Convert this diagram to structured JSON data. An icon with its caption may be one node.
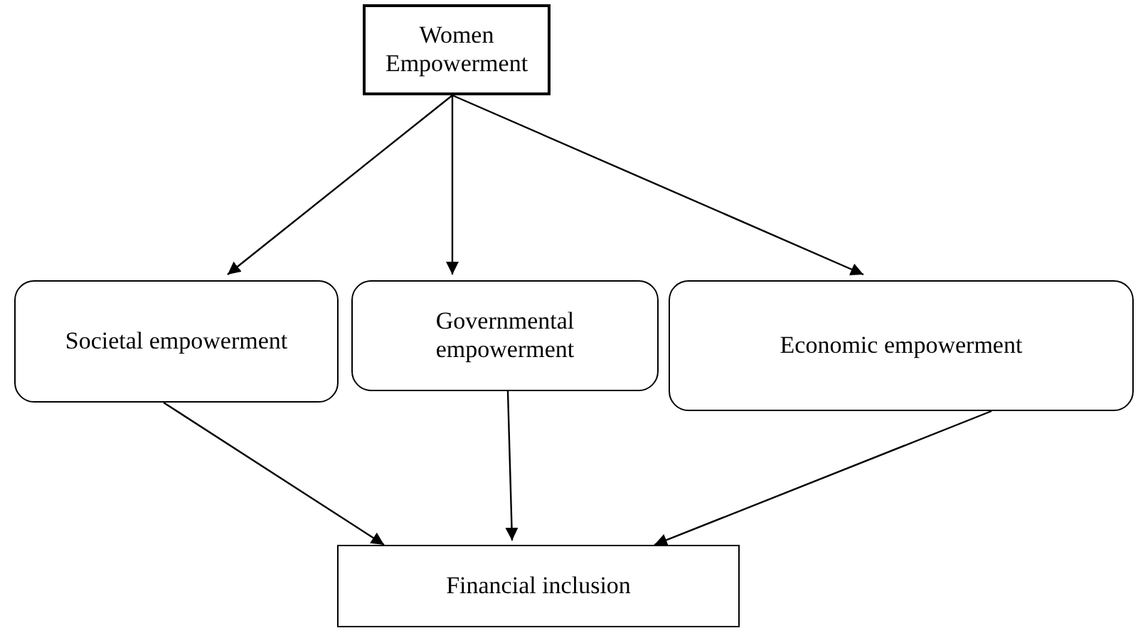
{
  "diagram": {
    "nodes": [
      {
        "text": [
          "Women Empowerment"
        ]
      },
      {
        "text": [
          "Societal empowerment"
        ]
      },
      {
        "text": [
          "Governmental empowerment"
        ]
      },
      {
        "text": [
          "Economic empowerment"
        ]
      },
      {
        "text": [
          "Financial inclusion"
        ]
      }
    ],
    "edges": [
      {
        "from": 0,
        "to": 1,
        "arrow": "to"
      },
      {
        "from": 0,
        "to": 2,
        "arrow": "to"
      },
      {
        "from": 0,
        "to": 3,
        "arrow": "to"
      },
      {
        "from": 1,
        "to": 4,
        "arrow": "to"
      },
      {
        "from": 2,
        "to": 4,
        "arrow": "to"
      },
      {
        "from": 3,
        "to": 4,
        "arrow": "to"
      }
    ]
  }
}
